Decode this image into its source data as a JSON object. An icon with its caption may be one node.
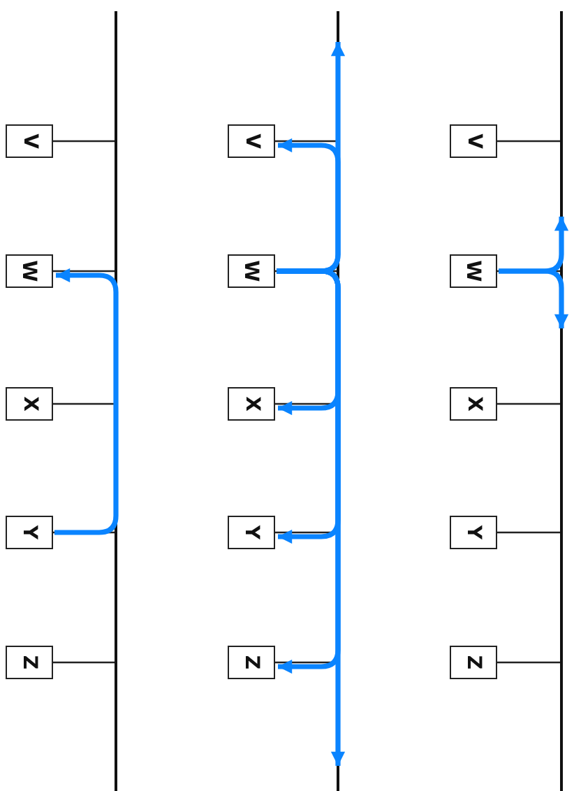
{
  "diagram": {
    "nodes": [
      {
        "text": [
          "V"
        ]
      },
      {
        "text": [
          "W"
        ]
      },
      {
        "text": [
          "X"
        ]
      },
      {
        "text": [
          "Y"
        ]
      },
      {
        "text": [
          "Z"
        ]
      },
      {
        "text": [],
        "shape": "bar"
      },
      {
        "text": [
          "V"
        ]
      },
      {
        "text": [
          "W"
        ]
      },
      {
        "text": [
          "X"
        ]
      },
      {
        "text": [
          "Y"
        ]
      },
      {
        "text": [
          "Z"
        ]
      },
      {
        "text": [],
        "shape": "bar"
      },
      {
        "text": [
          "V"
        ]
      },
      {
        "text": [
          "W"
        ]
      },
      {
        "text": [
          "X"
        ]
      },
      {
        "text": [
          "Y"
        ]
      },
      {
        "text": [
          "Z"
        ]
      },
      {
        "text": [],
        "shape": "bar"
      }
    ],
    "edges": [
      {
        "from": 0,
        "to": 5,
        "arrow": "none"
      },
      {
        "from": 1,
        "to": 5,
        "arrow": "none"
      },
      {
        "from": 2,
        "to": 5,
        "arrow": "none"
      },
      {
        "from": 3,
        "to": 5,
        "arrow": "none"
      },
      {
        "from": 4,
        "to": 5,
        "arrow": "none"
      },
      {
        "from": 6,
        "to": 11,
        "arrow": "none"
      },
      {
        "from": 7,
        "to": 11,
        "arrow": "none"
      },
      {
        "from": 8,
        "to": 11,
        "arrow": "none"
      },
      {
        "from": 9,
        "to": 11,
        "arrow": "none"
      },
      {
        "from": 10,
        "to": 11,
        "arrow": "none"
      },
      {
        "from": 12,
        "to": 17,
        "arrow": "none"
      },
      {
        "from": 13,
        "to": 17,
        "arrow": "none"
      },
      {
        "from": 14,
        "to": 17,
        "arrow": "none"
      },
      {
        "from": 15,
        "to": 17,
        "arrow": "none"
      },
      {
        "from": 16,
        "to": 17,
        "arrow": "none"
      },
      {
        "from": 3,
        "to": 1,
        "arrow": "to",
        "style": "thick",
        "color": "#0a84ff"
      },
      {
        "from": 7,
        "to": 6,
        "arrow": "to",
        "style": "thick",
        "color": "#0a84ff"
      },
      {
        "from": 7,
        "to": 8,
        "arrow": "to",
        "style": "thick",
        "color": "#0a84ff"
      },
      {
        "from": 7,
        "to": 9,
        "arrow": "to",
        "style": "thick",
        "color": "#0a84ff"
      },
      {
        "from": 7,
        "to": 10,
        "arrow": "to",
        "style": "thick",
        "color": "#0a84ff"
      },
      {
        "from": 7,
        "to": 11,
        "arrow": "to",
        "style": "thick",
        "color": "#0a84ff"
      },
      {
        "from": 7,
        "to": 11,
        "arrow": "to",
        "style": "thick",
        "color": "#0a84ff"
      },
      {
        "from": 13,
        "to": 17,
        "arrow": "to",
        "style": "thick",
        "color": "#0a84ff"
      },
      {
        "from": 13,
        "to": 17,
        "arrow": "to",
        "style": "thick",
        "color": "#0a84ff"
      }
    ]
  }
}
